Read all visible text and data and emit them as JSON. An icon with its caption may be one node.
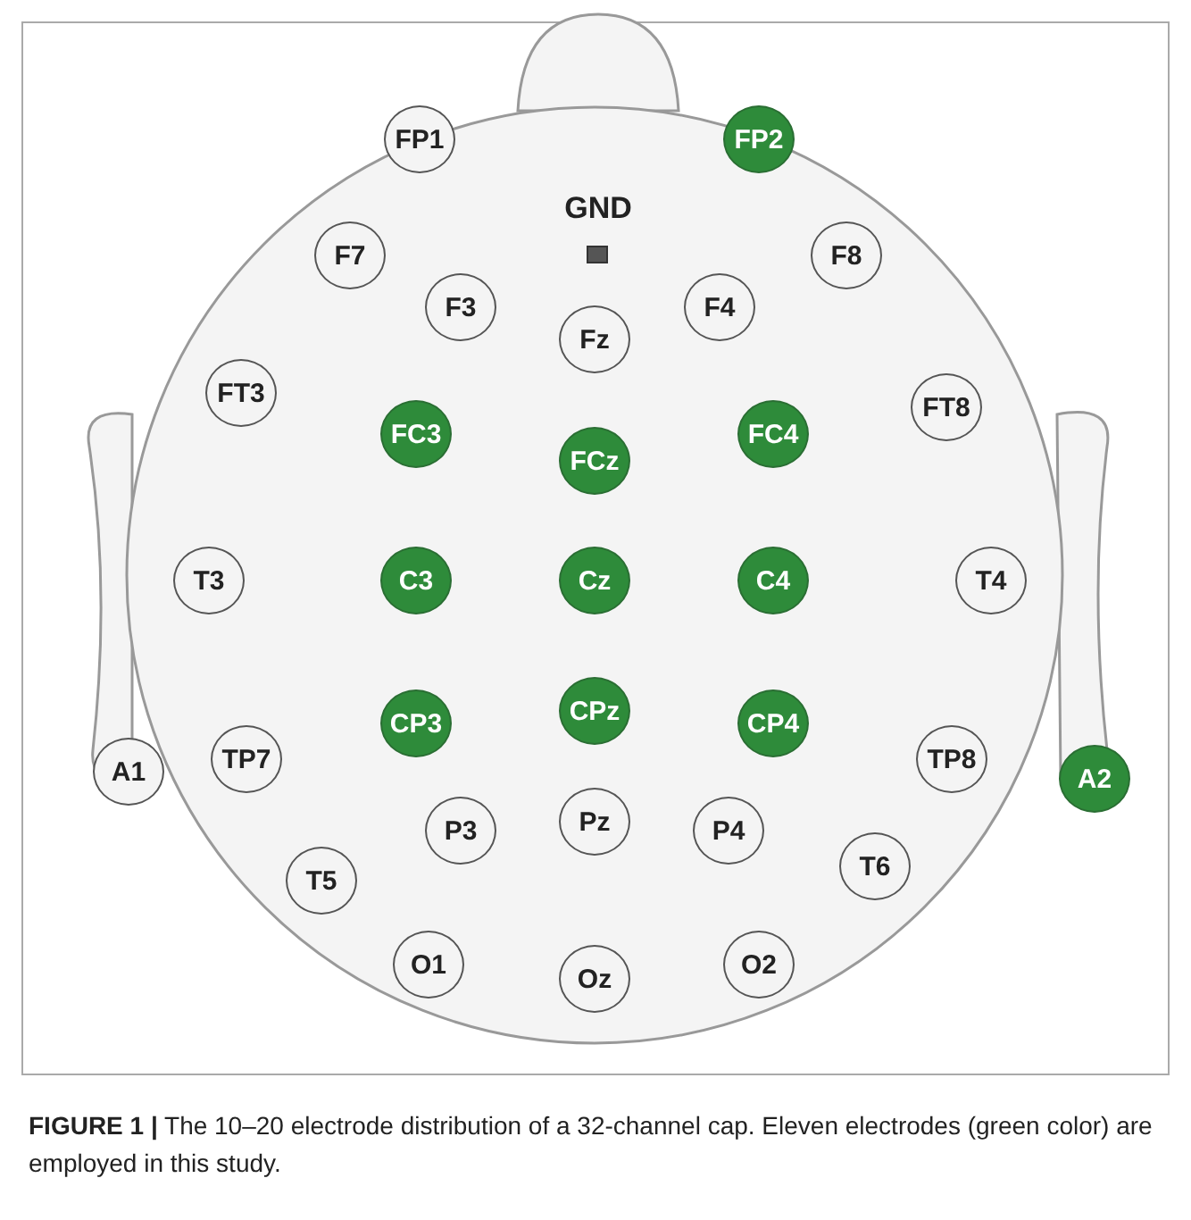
{
  "diagram": {
    "caption": "**FIGURE 1 |** The 10–20 electrode distribution of a 32-channel cap. Eleven electrodes (green color) are employed in this study.",
    "nodes": [
      {
        "text": [
          "FP1"
        ]
      },
      {
        "text": [
          "FP2"
        ]
      },
      {
        "text": [
          "F7"
        ]
      },
      {
        "text": [
          "F8"
        ]
      },
      {
        "text": [
          "F3"
        ]
      },
      {
        "text": [
          "F4"
        ]
      },
      {
        "text": [
          "Fz"
        ]
      },
      {
        "text": [
          "FT3"
        ]
      },
      {
        "text": [
          "FT8"
        ]
      },
      {
        "text": [
          "FC3"
        ]
      },
      {
        "text": [
          "FCz"
        ]
      },
      {
        "text": [
          "FC4"
        ]
      },
      {
        "text": [
          "T3"
        ]
      },
      {
        "text": [
          "C3"
        ]
      },
      {
        "text": [
          "Cz"
        ]
      },
      {
        "text": [
          "C4"
        ]
      },
      {
        "text": [
          "T4"
        ]
      },
      {
        "text": [
          "CPz"
        ]
      },
      {
        "text": [
          "CP3"
        ]
      },
      {
        "text": [
          "CP4"
        ]
      },
      {
        "text": [
          "A1"
        ]
      },
      {
        "text": [
          "TP7"
        ]
      },
      {
        "text": [
          "TP8"
        ]
      },
      {
        "text": [
          "A2"
        ]
      },
      {
        "text": [
          "Pz"
        ]
      },
      {
        "text": [
          "P3"
        ]
      },
      {
        "text": [
          "P4"
        ]
      },
      {
        "text": [
          "T6"
        ]
      },
      {
        "text": [
          "T5"
        ]
      },
      {
        "text": [
          "O1"
        ]
      },
      {
        "text": [
          "Oz"
        ]
      },
      {
        "text": [
          "O2"
        ]
      }
    ],
    "labels": [
      "GND"
    ]
  }
}
